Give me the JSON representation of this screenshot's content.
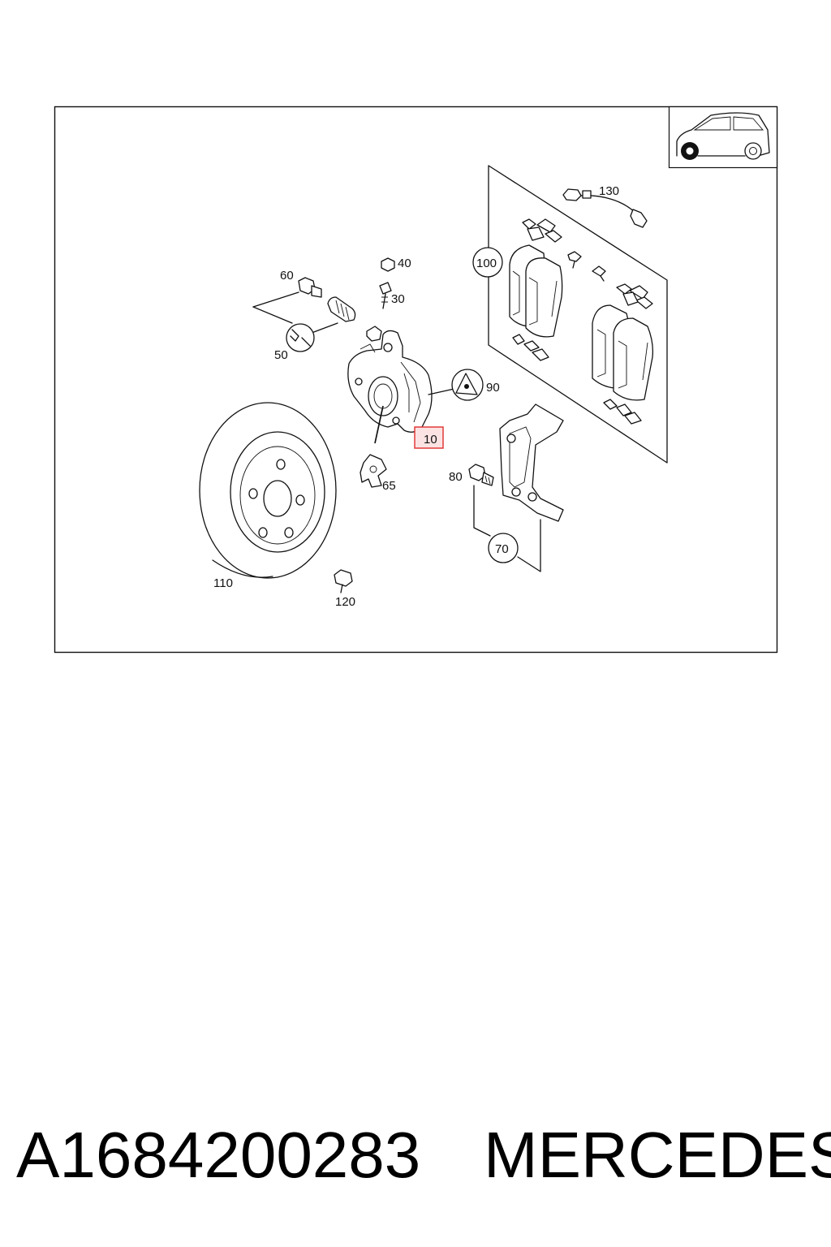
{
  "diagram": {
    "parts": [
      {
        "id": "p10",
        "label": "10",
        "highlighted": true
      },
      {
        "id": "p30",
        "label": "30"
      },
      {
        "id": "p40",
        "label": "40"
      },
      {
        "id": "p50",
        "label": "50"
      },
      {
        "id": "p60",
        "label": "60"
      },
      {
        "id": "p65",
        "label": "65"
      },
      {
        "id": "p70",
        "label": "70"
      },
      {
        "id": "p80",
        "label": "80"
      },
      {
        "id": "p90",
        "label": "90"
      },
      {
        "id": "p100",
        "label": "100"
      },
      {
        "id": "p110",
        "label": "110"
      },
      {
        "id": "p120",
        "label": "120"
      },
      {
        "id": "p130",
        "label": "130"
      }
    ],
    "highlight_color": "#e23a3a",
    "thumbnail_icon": "car-front-wheel-icon"
  },
  "caption": {
    "part_number": "A1684200283",
    "brand": "MERCEDES"
  }
}
